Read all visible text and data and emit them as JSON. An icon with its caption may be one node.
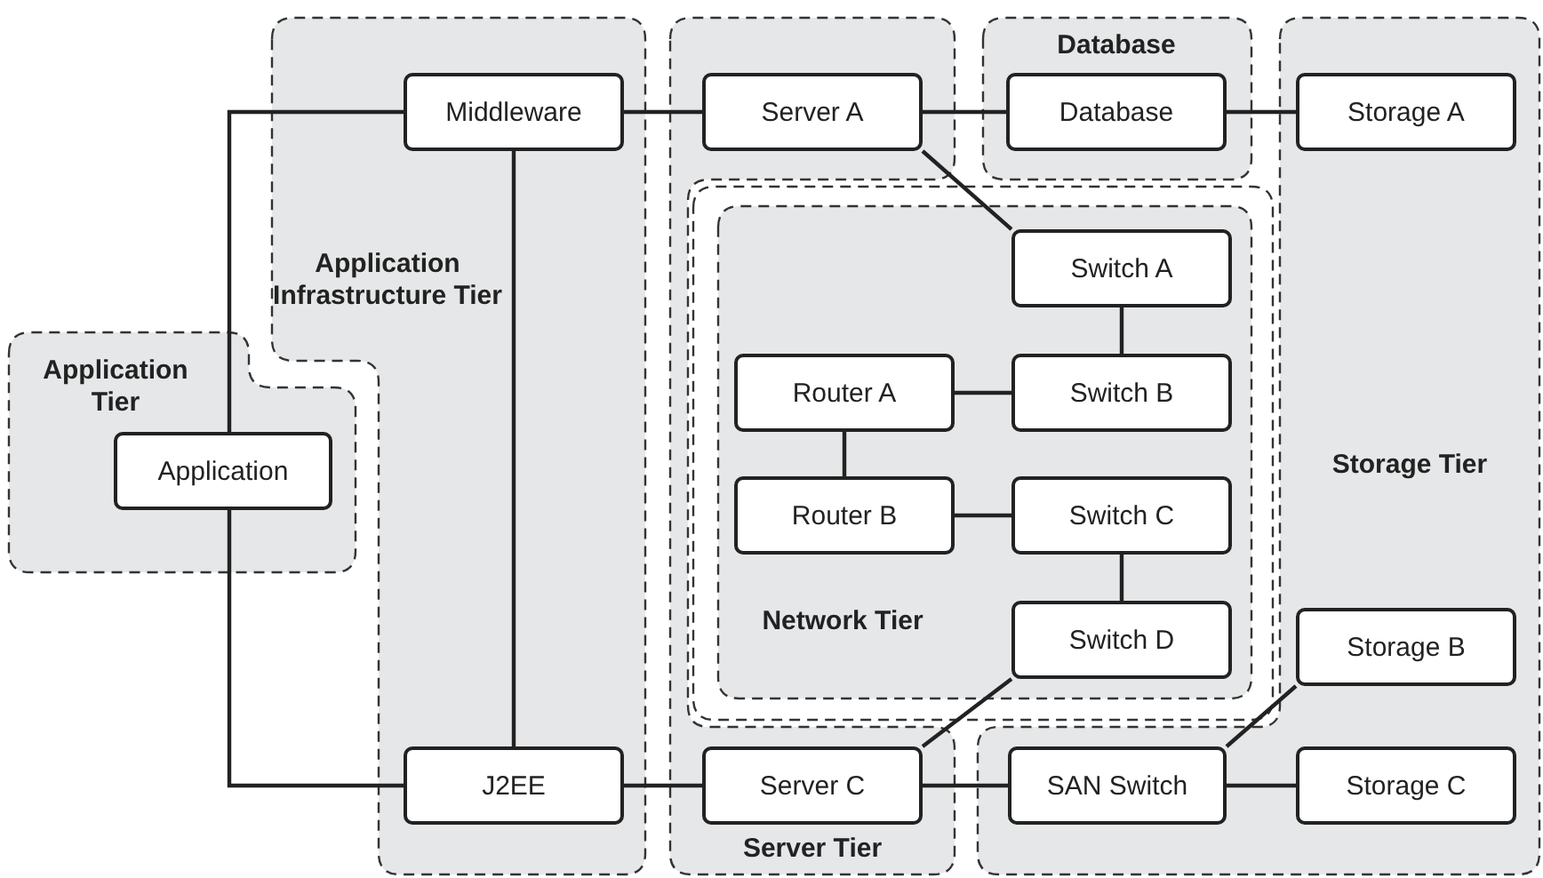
{
  "diagram": {
    "nodes": [
      {
        "text": [
          "Application Infrastructure Tier"
        ]
      },
      {
        "text": [
          "Middleware"
        ],
        "in": 0
      },
      {
        "text": [
          "J2EE"
        ],
        "in": 0
      },
      {
        "text": [
          "Application Tier"
        ]
      },
      {
        "text": [
          "Application"
        ],
        "in": 3
      },
      {
        "text": [
          "Server Tier"
        ]
      },
      {
        "text": [
          "Server A"
        ],
        "in": 5
      },
      {
        "text": [
          "Server C"
        ],
        "in": 5
      },
      {
        "text": [
          "Database"
        ]
      },
      {
        "text": [
          "Database"
        ],
        "in": 8
      },
      {
        "text": [
          "Storage Tier"
        ]
      },
      {
        "text": [
          "Storage A"
        ],
        "in": 10
      },
      {
        "text": [
          "Storage B"
        ],
        "in": 10
      },
      {
        "text": [
          "SAN Switch"
        ],
        "in": 10
      },
      {
        "text": [
          "Storage C"
        ],
        "in": 10
      },
      {
        "text": [
          "Network Tier"
        ]
      },
      {
        "text": [
          "Switch A"
        ],
        "in": 15
      },
      {
        "text": [
          "Router A"
        ],
        "in": 15
      },
      {
        "text": [
          "Switch B"
        ],
        "in": 15
      },
      {
        "text": [
          "Router B"
        ],
        "in": 15
      },
      {
        "text": [
          "Switch C"
        ],
        "in": 15
      },
      {
        "text": [
          "Switch D"
        ],
        "in": 15
      }
    ],
    "edges": [
      {
        "from": 4,
        "to": 1,
        "arrow": "none"
      },
      {
        "from": 4,
        "to": 2,
        "arrow": "none"
      },
      {
        "from": 1,
        "to": 2,
        "arrow": "none"
      },
      {
        "from": 1,
        "to": 6,
        "arrow": "none"
      },
      {
        "from": 6,
        "to": 9,
        "arrow": "none"
      },
      {
        "from": 9,
        "to": 11,
        "arrow": "none"
      },
      {
        "from": 6,
        "to": 16,
        "arrow": "none"
      },
      {
        "from": 16,
        "to": 18,
        "arrow": "none"
      },
      {
        "from": 17,
        "to": 18,
        "arrow": "none"
      },
      {
        "from": 17,
        "to": 19,
        "arrow": "none"
      },
      {
        "from": 19,
        "to": 20,
        "arrow": "none"
      },
      {
        "from": 20,
        "to": 21,
        "arrow": "none"
      },
      {
        "from": 21,
        "to": 7,
        "arrow": "none"
      },
      {
        "from": 2,
        "to": 7,
        "arrow": "none"
      },
      {
        "from": 7,
        "to": 13,
        "arrow": "none"
      },
      {
        "from": 13,
        "to": 12,
        "arrow": "none"
      },
      {
        "from": 13,
        "to": 14,
        "arrow": "none"
      }
    ]
  }
}
